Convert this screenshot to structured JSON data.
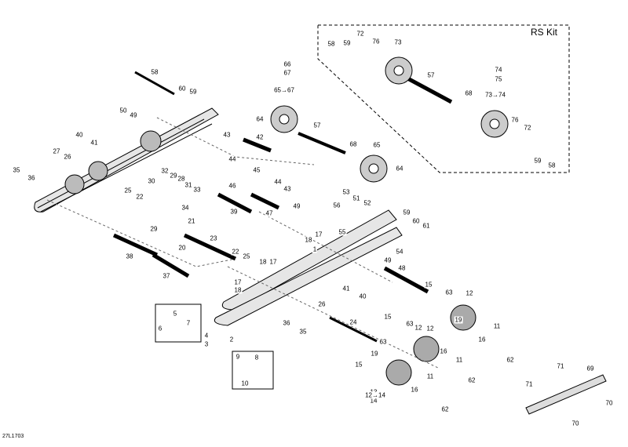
{
  "diagram": {
    "kit_label": "RS Kit",
    "code": "27L1703",
    "callouts": [
      "58",
      "72",
      "76",
      "73",
      "59",
      "57",
      "68",
      "76",
      "72",
      "59",
      "58",
      "66",
      "67",
      "65→67",
      "64",
      "74",
      "75",
      "73→74",
      "58",
      "60",
      "59",
      "50",
      "49",
      "40",
      "41",
      "27",
      "26",
      "35",
      "36",
      "42",
      "43",
      "44",
      "45",
      "46",
      "44",
      "43",
      "57",
      "68",
      "65",
      "64",
      "32",
      "29",
      "28",
      "30",
      "31",
      "33",
      "34",
      "25",
      "22",
      "39",
      "47",
      "49",
      "53",
      "51",
      "52",
      "56",
      "55",
      "54",
      "59",
      "60",
      "61",
      "18",
      "17",
      "1",
      "21",
      "29",
      "20",
      "23",
      "22",
      "25",
      "38",
      "37",
      "18",
      "17",
      "17",
      "18",
      "49",
      "48",
      "15",
      "63",
      "12",
      "41",
      "40",
      "26",
      "24",
      "15",
      "63",
      "12",
      "11",
      "16",
      "62",
      "5",
      "6",
      "7",
      "4",
      "3",
      "2",
      "36",
      "35",
      "19",
      "19",
      "63",
      "15",
      "16",
      "11",
      "62",
      "9",
      "8",
      "10",
      "12",
      "11",
      "16",
      "62",
      "13",
      "14",
      "12→14",
      "71",
      "69",
      "71",
      "70",
      "70"
    ]
  }
}
